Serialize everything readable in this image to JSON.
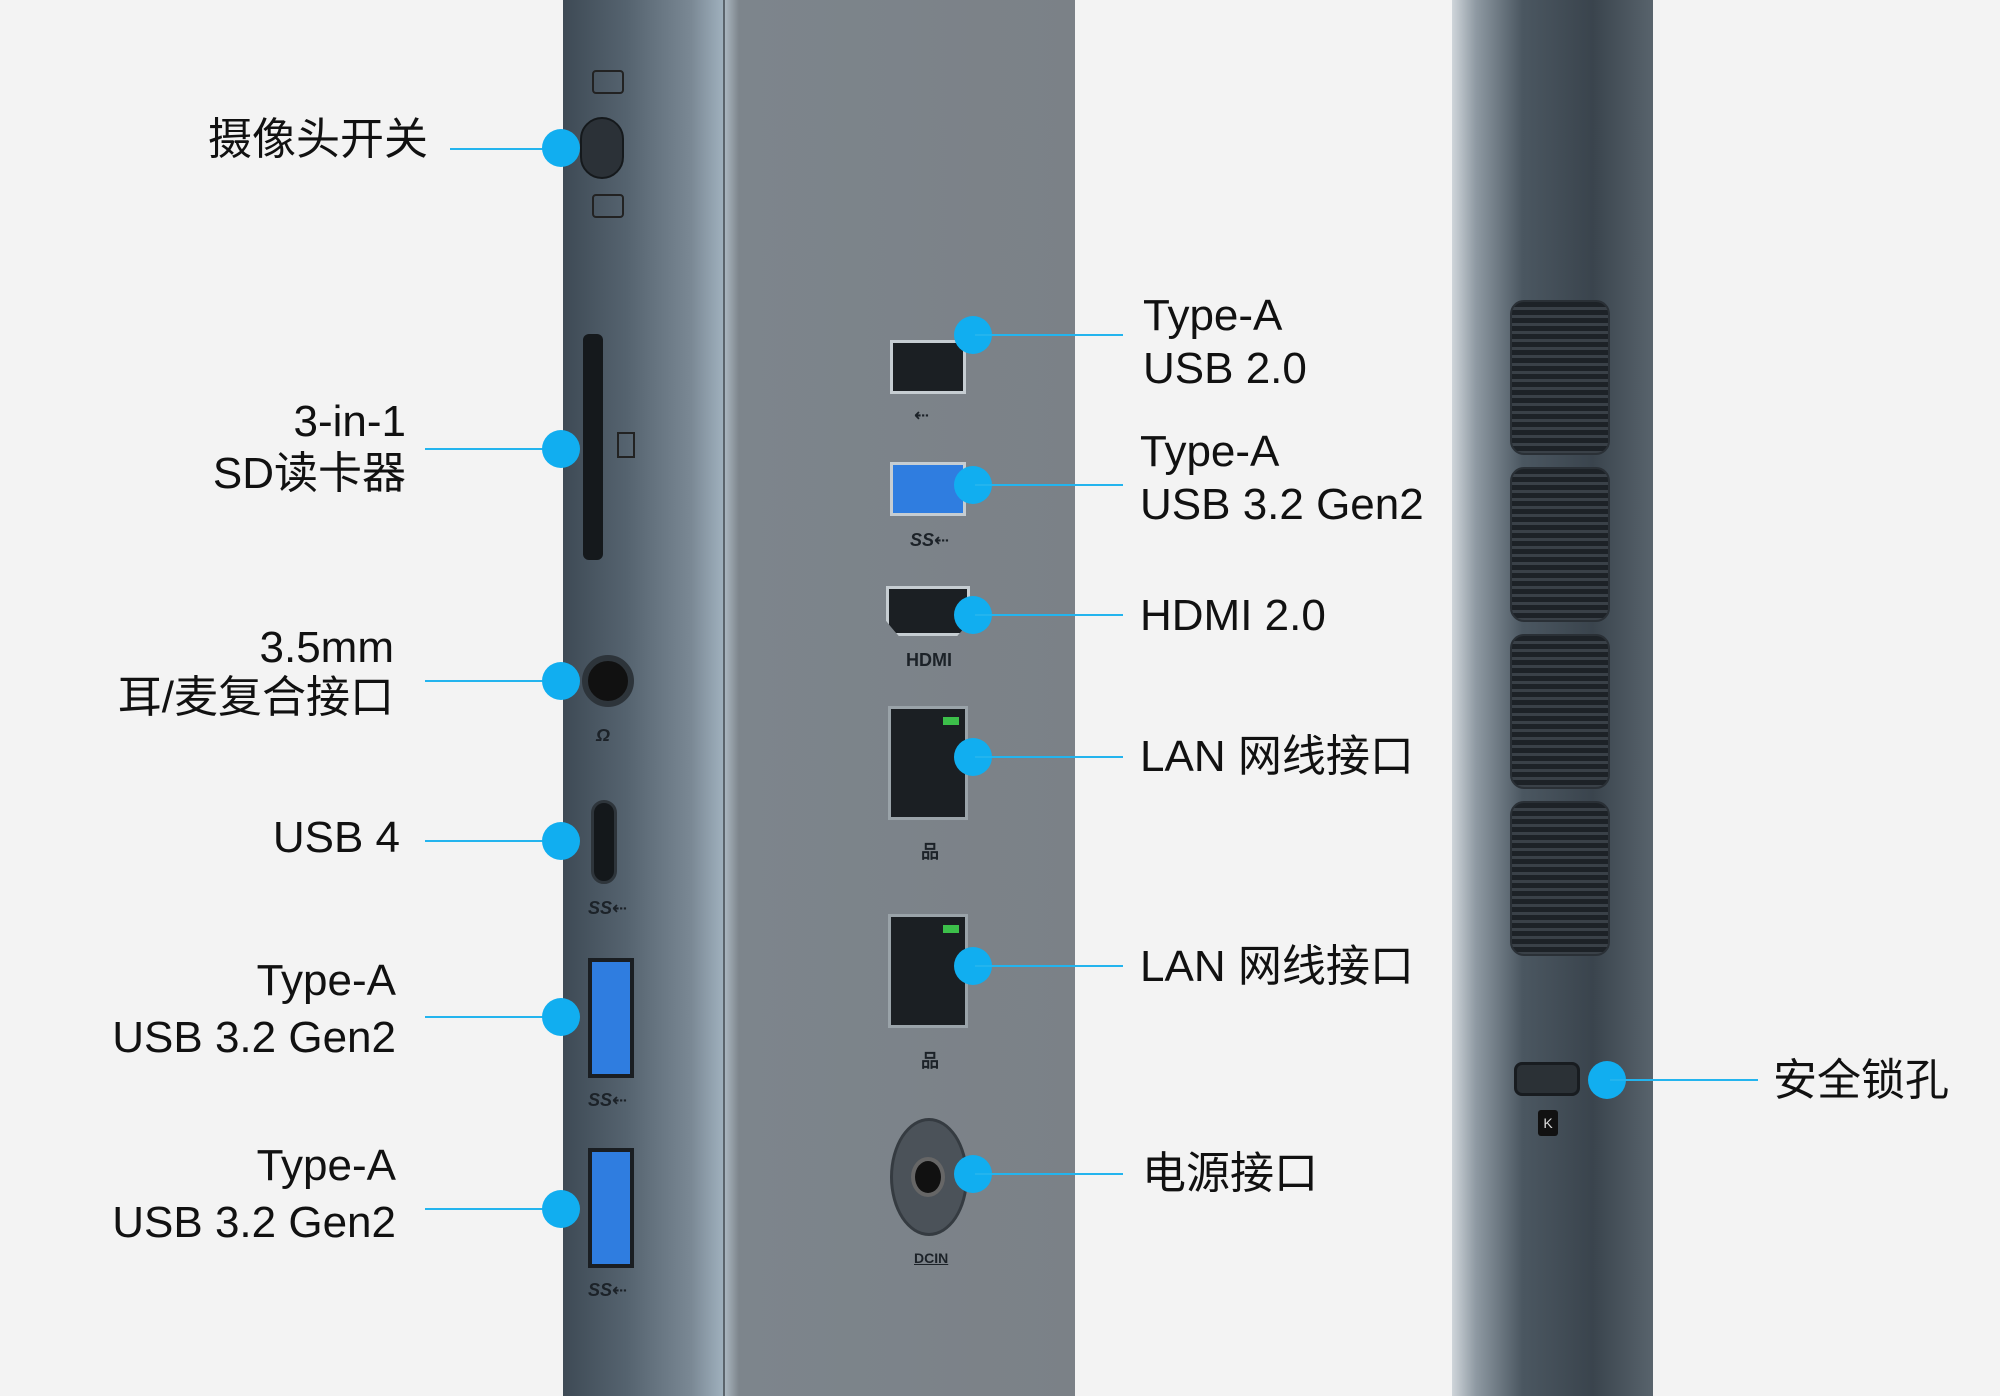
{
  "left_labels": {
    "camera_switch": "摄像头开关",
    "sd_reader_line1": "3-in-1",
    "sd_reader_line2": "SD读卡器",
    "audio_line1": "3.5mm",
    "audio_line2": "耳/麦复合接口",
    "usb4": "USB 4",
    "typea1_line1": "Type-A",
    "typea1_line2": "USB 3.2 Gen2",
    "typea2_line1": "Type-A",
    "typea2_line2": "USB 3.2 Gen2"
  },
  "center_labels": {
    "usb20_line1": "Type-A",
    "usb20_line2": "USB 2.0",
    "usb32_line1": "Type-A",
    "usb32_line2": "USB 3.2 Gen2",
    "hdmi": "HDMI 2.0",
    "lan1": "LAN 网线接口",
    "lan2": "LAN 网线接口",
    "power": "电源接口"
  },
  "right_labels": {
    "lock": "安全锁孔"
  },
  "port_markings": {
    "ss": "SS⇠",
    "usb": "⇠",
    "hdmi": "HDMI",
    "dcin": "DCIN",
    "lan": "品",
    "lock": "K"
  },
  "colors": {
    "accent": "#11aef0",
    "usb3_blue": "#2f7de0"
  }
}
